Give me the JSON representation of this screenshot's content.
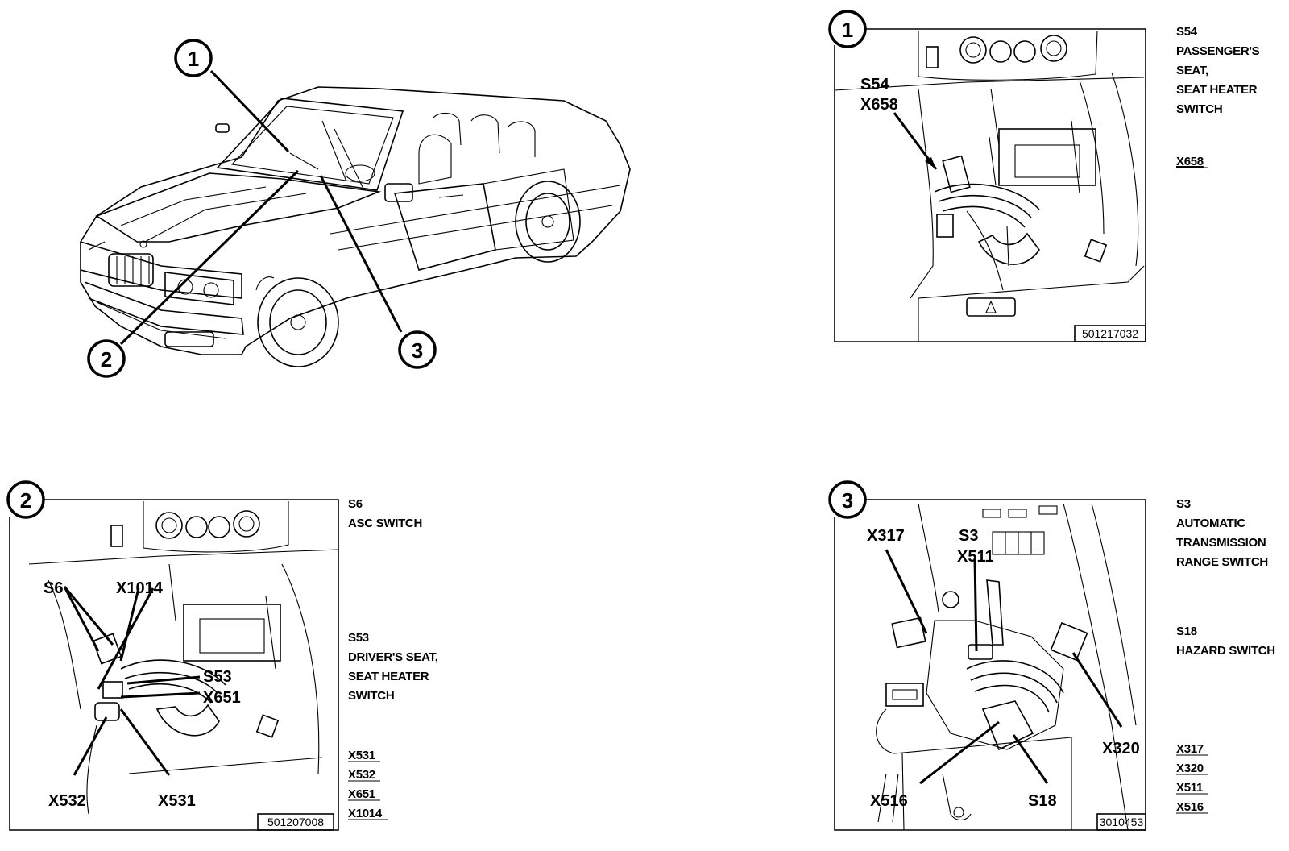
{
  "callouts": {
    "c1": "1",
    "c2": "2",
    "c3": "3"
  },
  "panel1": {
    "number": "1",
    "labels": {
      "s54": "S54",
      "x658": "X658"
    },
    "code": "501217032",
    "caption": [
      "S54",
      "PASSENGER'S",
      "SEAT,",
      "SEAT HEATER",
      "SWITCH"
    ],
    "connectors": [
      "X658"
    ]
  },
  "panel2": {
    "number": "2",
    "labels": {
      "s6": "S6",
      "x1014": "X1014",
      "s53": "S53",
      "x651": "X651",
      "x532": "X532",
      "x531": "X531"
    },
    "code": "501207008",
    "caption_a": [
      "S6",
      "ASC SWITCH"
    ],
    "caption_b": [
      "S53",
      "DRIVER'S SEAT,",
      "SEAT HEATER",
      "SWITCH"
    ],
    "connectors": [
      "X531",
      "X532",
      "X651",
      "X1014"
    ]
  },
  "panel3": {
    "number": "3",
    "labels": {
      "x317": "X317",
      "s3": "S3",
      "x511": "X511",
      "x320": "X320",
      "x516": "X516",
      "s18": "S18"
    },
    "code": "3010453",
    "caption_a": [
      "S3",
      "AUTOMATIC",
      "TRANSMISSION",
      "RANGE SWITCH"
    ],
    "caption_b": [
      "S18",
      "HAZARD SWITCH"
    ],
    "connectors": [
      "X317",
      "X320",
      "X511",
      "X516"
    ]
  }
}
